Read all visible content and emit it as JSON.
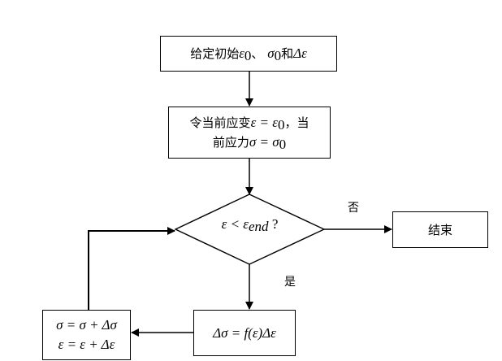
{
  "diagram": {
    "type": "flowchart",
    "nodes": {
      "init": {
        "kind": "process",
        "text_zh": "给定初始",
        "eps0": "ε",
        "eps0_sub": "0",
        "sep": "、",
        "sigma0": "σ",
        "sigma0_sub": "0",
        "and_zh": "和",
        "delta_eps": "Δε"
      },
      "assign": {
        "kind": "process",
        "line1_zh": "令当前应变",
        "line1_eq": "ε = ε",
        "line1_sub": "0",
        "line1_tail_zh": "，当",
        "line2_zh": "前应力",
        "line2_eq": "σ = σ",
        "line2_sub": "0"
      },
      "decision": {
        "kind": "decision",
        "lhs": "ε < ε",
        "sub": "end",
        "q": " ?"
      },
      "end": {
        "kind": "terminal",
        "text": "结束"
      },
      "compute": {
        "kind": "process",
        "formula": "Δσ = f(ε)Δε"
      },
      "update": {
        "kind": "process",
        "line1": "σ = σ + Δσ",
        "line2": "ε = ε + Δε"
      }
    },
    "edges": [
      {
        "from": "init",
        "to": "assign",
        "label": ""
      },
      {
        "from": "assign",
        "to": "decision",
        "label": ""
      },
      {
        "from": "decision",
        "to": "end",
        "label": "否"
      },
      {
        "from": "decision",
        "to": "compute",
        "label": "是"
      },
      {
        "from": "compute",
        "to": "update",
        "label": ""
      },
      {
        "from": "update",
        "to": "decision",
        "label": ""
      }
    ],
    "labels": {
      "no": "否",
      "yes": "是"
    }
  }
}
